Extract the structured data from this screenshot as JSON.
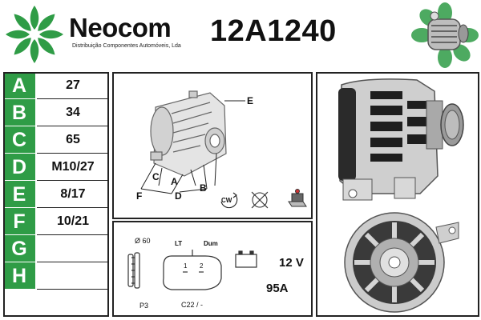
{
  "brand": {
    "name": "Neocom",
    "subtitle": "Distribuição Componentes Automóveis, Lda"
  },
  "part_number": "12A1240",
  "colors": {
    "brand_green": "#2f9c46",
    "border": "#222222"
  },
  "specs": [
    {
      "letter": "A",
      "value": "27"
    },
    {
      "letter": "B",
      "value": "34"
    },
    {
      "letter": "C",
      "value": "65"
    },
    {
      "letter": "D",
      "value": "M10/27"
    },
    {
      "letter": "E",
      "value": "8/17"
    },
    {
      "letter": "F",
      "value": "10/21"
    },
    {
      "letter": "G",
      "value": ""
    },
    {
      "letter": "H",
      "value": ""
    }
  ],
  "diagram": {
    "labels": {
      "e": "E",
      "c": "C",
      "a": "A",
      "f": "F",
      "d": "D",
      "b": "B"
    },
    "rotation": "CW",
    "icons": [
      "rotation-cw-icon",
      "no-fan-icon",
      "regulator-icon"
    ]
  },
  "electrical": {
    "pulley_diameter": "Ø 60",
    "pulley_type": "P3",
    "plug_terminals": [
      "LT",
      "Dum"
    ],
    "plug_pins": [
      "1",
      "2"
    ],
    "connector": "C22 / -",
    "voltage": "12 V",
    "amperage": "95A"
  }
}
